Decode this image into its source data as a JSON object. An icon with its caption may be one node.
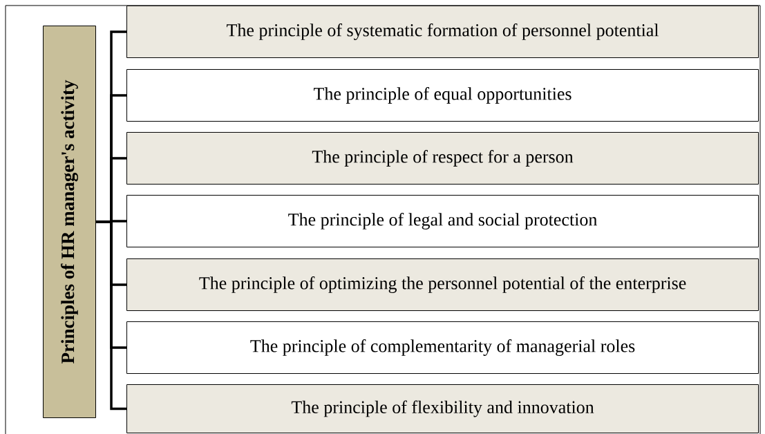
{
  "diagram": {
    "nodes": [
      {
        "text": [
          "Principles of HR manager's activity"
        ]
      },
      {
        "text": [
          "The principle of systematic formation of personnel potential"
        ]
      },
      {
        "text": [
          "The principle of equal opportunities"
        ]
      },
      {
        "text": [
          "The principle of respect for a person"
        ]
      },
      {
        "text": [
          "The principle of legal and social protection"
        ]
      },
      {
        "text": [
          "The principle of optimizing the personnel potential of the enterprise"
        ]
      },
      {
        "text": [
          "The principle of complementarity of managerial roles"
        ]
      },
      {
        "text": [
          "The principle of flexibility and innovation"
        ]
      }
    ],
    "edges": [
      {
        "from": 0,
        "to": 1,
        "arrow": "none"
      },
      {
        "from": 0,
        "to": 2,
        "arrow": "none"
      },
      {
        "from": 0,
        "to": 3,
        "arrow": "none"
      },
      {
        "from": 0,
        "to": 4,
        "arrow": "none"
      },
      {
        "from": 0,
        "to": 5,
        "arrow": "none"
      },
      {
        "from": 0,
        "to": 6,
        "arrow": "none"
      },
      {
        "from": 0,
        "to": 7,
        "arrow": "none"
      }
    ]
  }
}
